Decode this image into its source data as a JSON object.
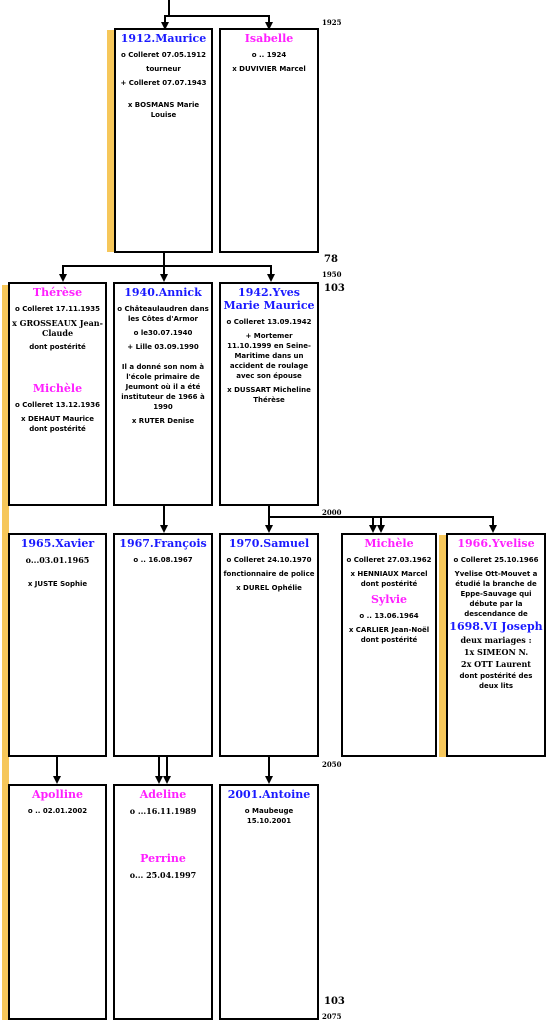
{
  "years": {
    "y1925": "1925",
    "y1950": "1950",
    "y2000": "2000",
    "y2050": "2050",
    "y2075": "2075"
  },
  "pages": {
    "p78": "78",
    "p103a": "103",
    "p103b": "103"
  },
  "gen1": {
    "maurice": {
      "name": "1912.Maurice",
      "l1": "o Colleret 07.05.1912",
      "l2": "tourneur",
      "l3": "+ Colleret 07.07.1943",
      "l4": "x BOSMANS Marie Louise"
    },
    "isabelle": {
      "name": "Isabelle",
      "l1": "o .. 1924",
      "l2": "x DUVIVIER Marcel"
    }
  },
  "gen2": {
    "therese": {
      "name": "Thérèse",
      "l1": "o Colleret 17.11.1935",
      "l2": "x GROSSEAUX Jean-Claude",
      "l3": "dont postérité"
    },
    "michele": {
      "name": "Michèle",
      "l1": "o Colleret 13.12.1936",
      "l2": "x DEHAUT Maurice dont postérité"
    },
    "annick": {
      "name": "1940.Annick",
      "l1": "o Châteaulaudren dans les Côtes d'Armor",
      "l2": "o le30.07.1940",
      "l3": "+ Lille 03.09.1990",
      "l4": "Il a donné son nom à l'école primaire de Jeumont où il a été instituteur de 1966 à 1990",
      "l5": "x RUTER Denise"
    },
    "yves": {
      "name": "1942.Yves Marie Maurice",
      "l1": "o  Colleret 13.09.1942",
      "l2": "+ Mortemer 11.10.1999 en Seine-Maritime dans un accident de roulage avec son épouse",
      "l3": "x DUSSART Micheline Thérèse"
    }
  },
  "gen3": {
    "xavier": {
      "name": "1965.Xavier",
      "l1": "o...03.01.1965",
      "l2": "x JUSTE Sophie"
    },
    "francois": {
      "name": "1967.François",
      "l1": "o .. 16.08.1967"
    },
    "samuel": {
      "name": "1970.Samuel",
      "l1": "o Colleret 24.10.1970",
      "l2": "fonctionnaire de police",
      "l3": "x DUREL Ophélie"
    },
    "michele2": {
      "name": "Michèle",
      "l1": "o Colleret 27.03.1962",
      "l2": "x HENNIAUX Marcel dont postérité"
    },
    "sylvie": {
      "name": "Sylvie",
      "l1": "o .. 13.06.1964",
      "l2": "x CARLIER Jean-Noël dont postérité"
    },
    "yvelise": {
      "name": "1966.Yvelise",
      "l1": "o Colleret 25.10.1966",
      "l2": "Yvelise Ott-Mouvet a étudié la branche de Eppe-Sauvage qui débute par la descendance de",
      "l3": "1698.VI Joseph",
      "l4": "deux mariages :",
      "l5": "1x SIMEON N.",
      "l6": "2x OTT Laurent",
      "l7": "dont postérité des deux lits"
    }
  },
  "gen4": {
    "apolline": {
      "name": "Apolline",
      "l1": "o .. 02.01.2002"
    },
    "adeline": {
      "name": "Adeline",
      "l1": "o ...16.11.1989"
    },
    "perrine": {
      "name": "Perrine",
      "l1": "o... 25.04.1997"
    },
    "antoine": {
      "name": "2001.Antoine",
      "l1": "o Maubeuge 15.10.2001"
    }
  }
}
